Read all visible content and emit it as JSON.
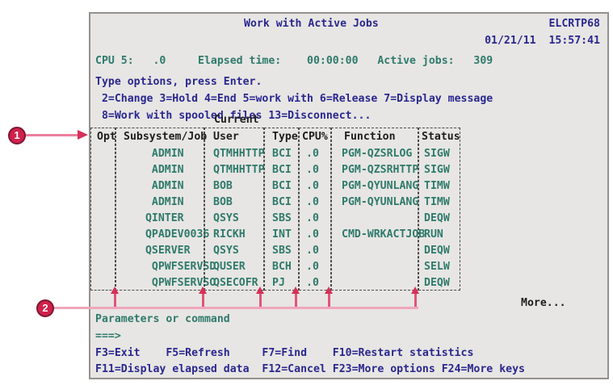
{
  "screen": {
    "title": "Work with Active Jobs",
    "system_name": "ELCRTP68",
    "datetime": "01/21/11  15:57:41",
    "status_line": "CPU 5:   .0     Elapsed time:    00:00:00   Active jobs:   309",
    "instructions": {
      "line1": "Type options, press Enter.",
      "line2": " 2=Change 3=Hold 4=End 5=work with 6=Release 7=Display message",
      "line3": " 8=Work with spooled files 13=Disconnect..."
    },
    "table": {
      "group_label": "Current",
      "headers": [
        "Opt",
        "Subsystem/Job",
        "User",
        "Type",
        "CPU%",
        "Function",
        "Status"
      ],
      "rows": [
        {
          "opt": "",
          "job": "  ADMIN",
          "user": "QTMHHTTP",
          "type": "BCI",
          "cpu": ".0",
          "func": "PGM-QZSRLOG",
          "status": "SIGW"
        },
        {
          "opt": "",
          "job": "  ADMIN",
          "user": "QTMHHTTP",
          "type": "BCI",
          "cpu": ".0",
          "func": "PGM-QZSRHTTP",
          "status": "SIGW"
        },
        {
          "opt": "",
          "job": "  ADMIN",
          "user": "BOB",
          "type": "BCI",
          "cpu": ".0",
          "func": "PGM-QYUNLANG",
          "status": "TIMW"
        },
        {
          "opt": "",
          "job": "  ADMIN",
          "user": "BOB",
          "type": "BCI",
          "cpu": ".0",
          "func": "PGM-QYUNLANG",
          "status": "TIMW"
        },
        {
          "opt": "",
          "job": " QINTER",
          "user": "QSYS",
          "type": "SBS",
          "cpu": ".0",
          "func": "",
          "status": "DEQW"
        },
        {
          "opt": "",
          "job": " QPADEV0036",
          "user": "RICKH",
          "type": "INT",
          "cpu": ".0",
          "func": "CMD-WRKACTJOB",
          "status": "RUN"
        },
        {
          "opt": "",
          "job": " QSERVER",
          "user": "QSYS",
          "type": "SBS",
          "cpu": ".0",
          "func": "",
          "status": "DEQW"
        },
        {
          "opt": "",
          "job": "  QPWFSERVSD",
          "user": "QUSER",
          "type": "BCH",
          "cpu": ".0",
          "func": "",
          "status": "SELW"
        },
        {
          "opt": "",
          "job": "  QPWFSERVSO",
          "user": "QSECOFR",
          "type": "PJ",
          "cpu": ".0",
          "func": "",
          "status": "DEQW"
        }
      ],
      "more_label": "More..."
    },
    "footer": {
      "params_label": "Parameters or command",
      "prompt": "===>",
      "fkeys_line1": "F3=Exit    F5=Refresh     F7=Find    F10=Restart statistics",
      "fkeys_line2": "F11=Display elapsed data  F12=Cancel F23=More options F24=More keys"
    }
  },
  "annotations": {
    "marker1": "1",
    "marker2": "2"
  },
  "colors": {
    "navy": "#2a278f",
    "teal": "#2f7a6b",
    "screen_bg": "#e7e6e4",
    "callout_red": "#d0214a",
    "callout_line_pink": "#f0a6ba"
  }
}
